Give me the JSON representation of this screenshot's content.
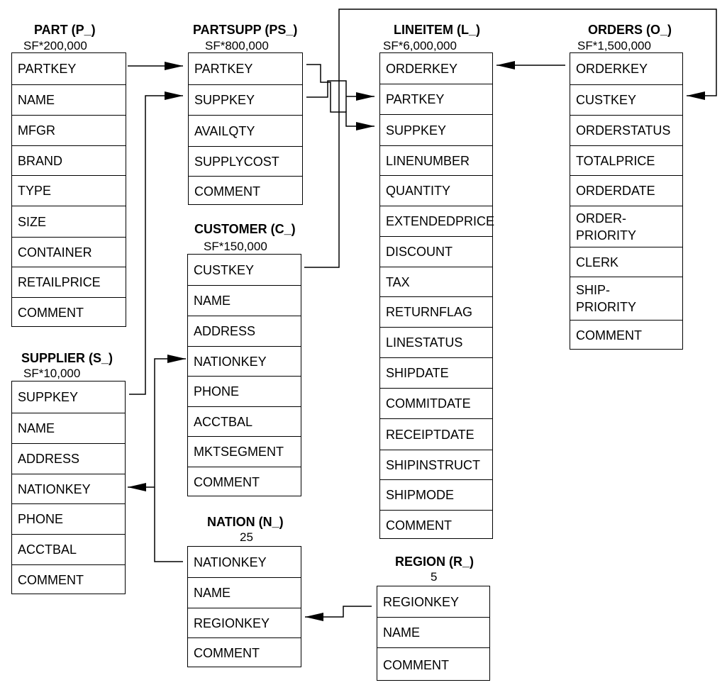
{
  "tables": {
    "part": {
      "name": "PART (P_)",
      "size": "SF*200,000",
      "columns": [
        "PARTKEY",
        "NAME",
        "MFGR",
        "BRAND",
        "TYPE",
        "SIZE",
        "CONTAINER",
        "RETAILPRICE",
        "COMMENT"
      ]
    },
    "partsupp": {
      "name": "PARTSUPP (PS_)",
      "size": "SF*800,000",
      "columns": [
        "PARTKEY",
        "SUPPKEY",
        "AVAILQTY",
        "SUPPLYCOST",
        "COMMENT"
      ]
    },
    "lineitem": {
      "name": "LINEITEM (L_)",
      "size": "SF*6,000,000",
      "columns": [
        "ORDERKEY",
        "PARTKEY",
        "SUPPKEY",
        "LINENUMBER",
        "QUANTITY",
        "EXTENDEDPRICE",
        "DISCOUNT",
        "TAX",
        "RETURNFLAG",
        "LINESTATUS",
        "SHIPDATE",
        "COMMITDATE",
        "RECEIPTDATE",
        "SHIPINSTRUCT",
        "SHIPMODE",
        "COMMENT"
      ]
    },
    "orders": {
      "name": "ORDERS (O_)",
      "size": "SF*1,500,000",
      "columns": [
        "ORDERKEY",
        "CUSTKEY",
        "ORDERSTATUS",
        "TOTALPRICE",
        "ORDERDATE",
        "ORDER-\nPRIORITY",
        "CLERK",
        "SHIP-\nPRIORITY",
        "COMMENT"
      ]
    },
    "customer": {
      "name": "CUSTOMER (C_)",
      "size": "SF*150,000",
      "columns": [
        "CUSTKEY",
        "NAME",
        "ADDRESS",
        "NATIONKEY",
        "PHONE",
        "ACCTBAL",
        "MKTSEGMENT",
        "COMMENT"
      ]
    },
    "supplier": {
      "name": "SUPPLIER (S_)",
      "size": "SF*10,000",
      "columns": [
        "SUPPKEY",
        "NAME",
        "ADDRESS",
        "NATIONKEY",
        "PHONE",
        "ACCTBAL",
        "COMMENT"
      ]
    },
    "nation": {
      "name": "NATION (N_)",
      "size": "25",
      "columns": [
        "NATIONKEY",
        "NAME",
        "REGIONKEY",
        "COMMENT"
      ]
    },
    "region": {
      "name": "REGION (R_)",
      "size": "5",
      "columns": [
        "REGIONKEY",
        "NAME",
        "COMMENT"
      ]
    }
  }
}
